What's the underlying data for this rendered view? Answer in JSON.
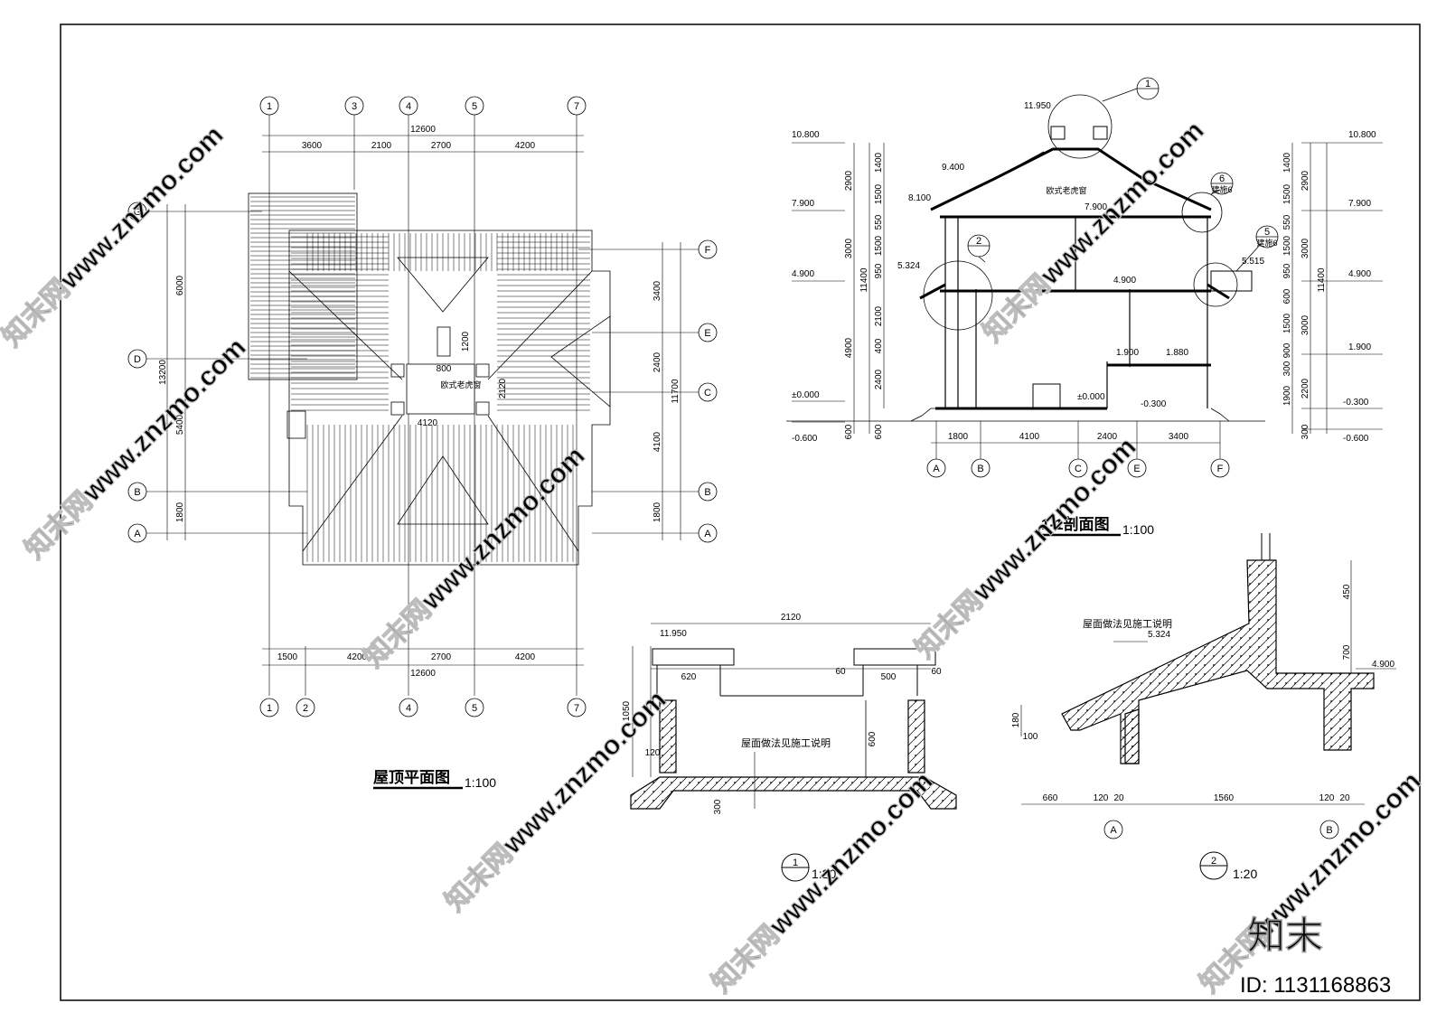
{
  "roof_plan": {
    "title": "屋顶平面图",
    "scale": "1:100",
    "top_axes": [
      "1",
      "3",
      "4",
      "5",
      "7"
    ],
    "bottom_axes": [
      "1",
      "2",
      "4",
      "5",
      "7"
    ],
    "left_axes": [
      "G",
      "D",
      "B",
      "A"
    ],
    "right_axes": [
      "F",
      "E",
      "C",
      "B",
      "A"
    ],
    "top_total": "12600",
    "top_dims": [
      "3600",
      "2100",
      "2700",
      "4200"
    ],
    "bottom_total": "12600",
    "bottom_dims": [
      "1500",
      "4200",
      "2700",
      "4200"
    ],
    "left_total": "13200",
    "left_dims": [
      "6000",
      "5400",
      "1800"
    ],
    "right_total": "11700",
    "right_dims": [
      "3400",
      "2400",
      "4100",
      "1800"
    ],
    "dormer_dims": [
      "1200",
      "800"
    ],
    "dormer_label": "欧式老虎窗",
    "center_dims": [
      "4120",
      "2120"
    ]
  },
  "section": {
    "title": "1-1剖面图",
    "scale": "1:100",
    "left_levels": [
      "10.800",
      "7.900",
      "4.900",
      "±0.000",
      "-0.600"
    ],
    "right_levels": [
      "10.800",
      "7.900",
      "4.900",
      "1.900",
      "-0.300",
      "-0.600"
    ],
    "inner_levels": [
      "11.950",
      "9.400",
      "8.100",
      "7.900",
      "5.324",
      "4.900",
      "5.515",
      "1.900",
      "1.880",
      "±0.000",
      "-0.300"
    ],
    "left_dims_a": [
      "1400",
      "1500",
      "550",
      "1500",
      "950",
      "2100",
      "400",
      "2400",
      "600"
    ],
    "left_dims_b": [
      "2900",
      "3000",
      "4900",
      "600"
    ],
    "left_total": "11400",
    "right_dims_a": [
      "1400",
      "1500",
      "550",
      "1500",
      "950",
      "600",
      "1500",
      "900",
      "300",
      "1900"
    ],
    "right_dims_b": [
      "2900",
      "3000",
      "3000",
      "2200",
      "300"
    ],
    "right_total": "11400",
    "bottom_dims": [
      "1800",
      "4100",
      "2400",
      "3400"
    ],
    "bottom_axes": [
      "A",
      "B",
      "C",
      "E",
      "F"
    ],
    "dormer_label": "欧式老虎窗",
    "callouts": [
      "1",
      "2",
      "5",
      "6"
    ],
    "callout_sheet": "建施6"
  },
  "detail1": {
    "ref": "1",
    "scale": "1:20",
    "level": "11.950",
    "dims_top": [
      "2120"
    ],
    "dims_mid": [
      "620",
      "60",
      "500",
      "60"
    ],
    "dims_side": [
      "1050",
      "120",
      "300"
    ],
    "dim_inner": "600",
    "note": "屋面做法见施工说明"
  },
  "detail2": {
    "ref": "2",
    "scale": "1:20",
    "levels": [
      "5.324",
      "4.900"
    ],
    "dims_right": [
      "450",
      "700"
    ],
    "dims_left": [
      "180",
      "100"
    ],
    "dims_bottom": [
      "660",
      "120",
      "20",
      "1560",
      "120",
      "20"
    ],
    "axes": [
      "A",
      "B"
    ],
    "note": "屋面做法见施工说明"
  },
  "watermark": {
    "text": "知末网www.znzmo.com",
    "brand": "知末",
    "id_label": "ID: 1131168863"
  }
}
